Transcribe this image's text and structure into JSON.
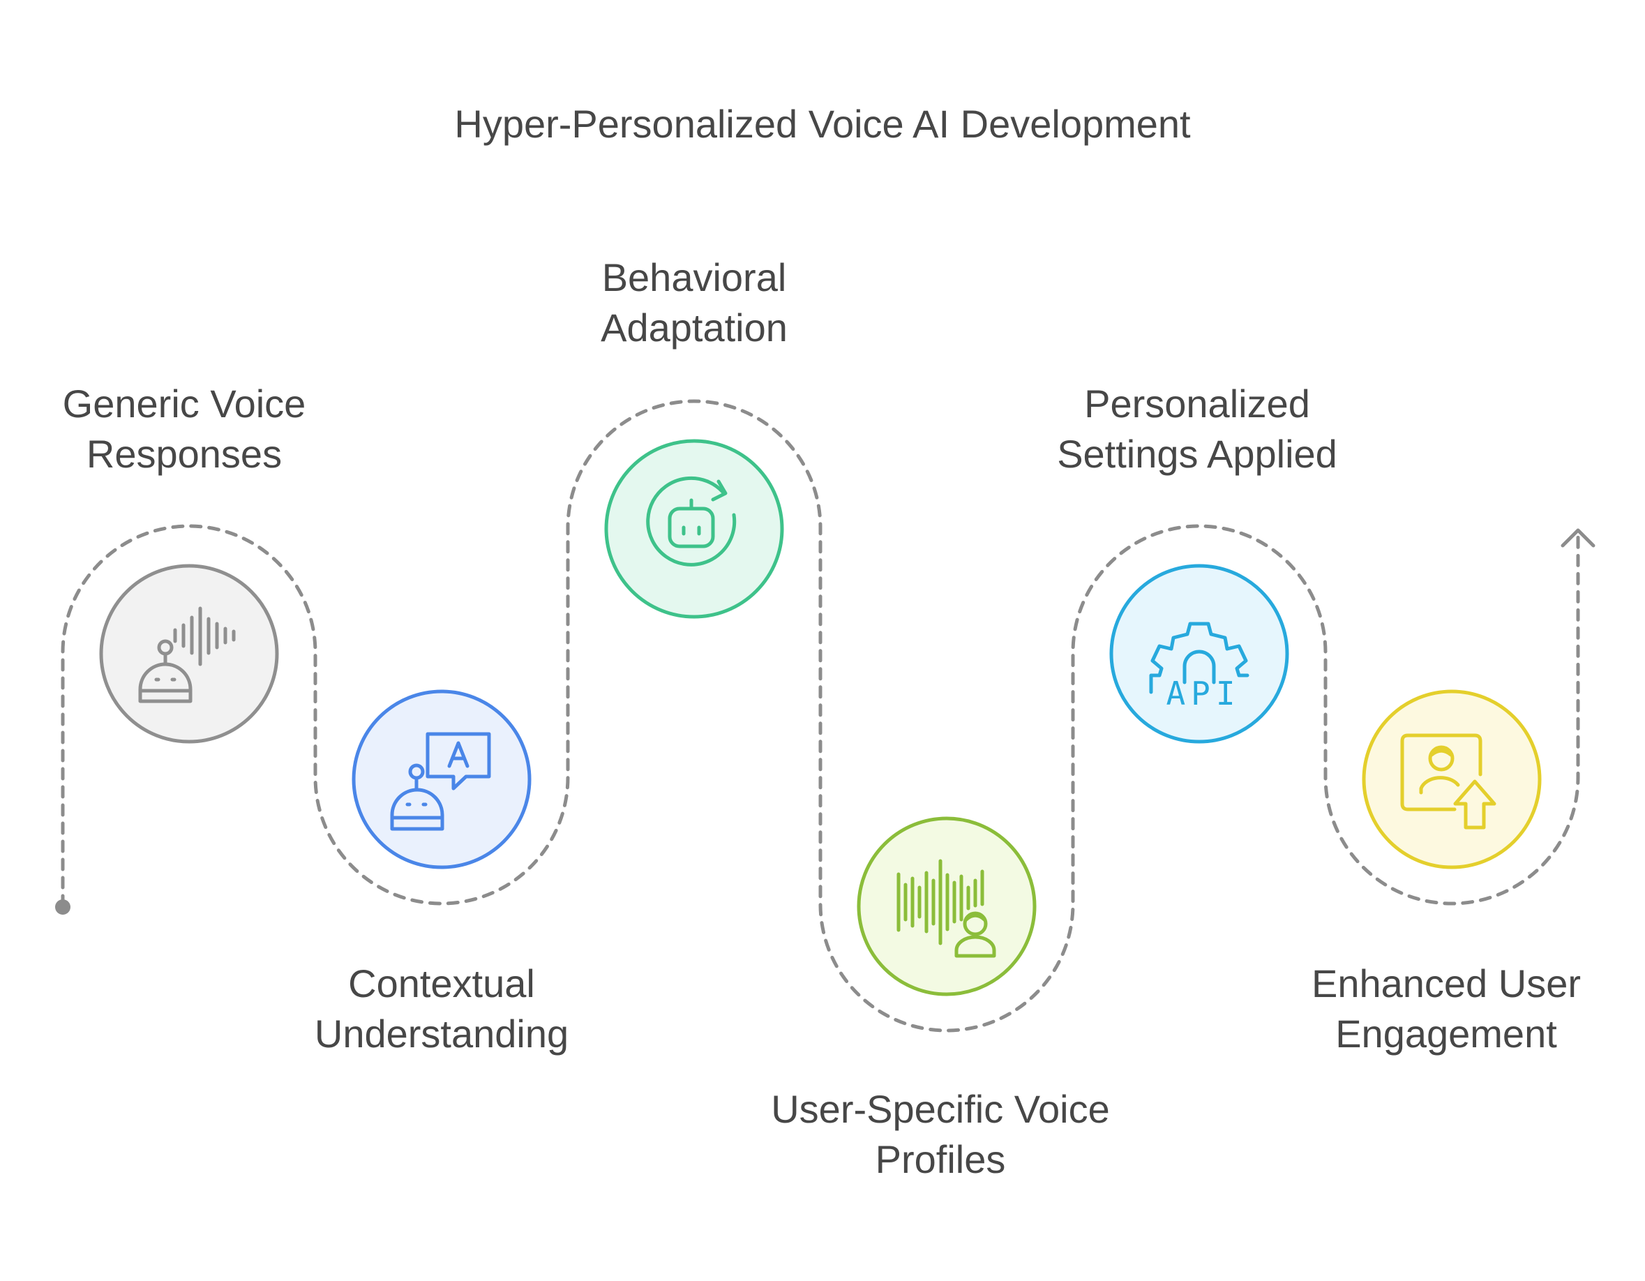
{
  "title": "Hyper-Personalized Voice AI Development",
  "steps": [
    {
      "line1": "Generic Voice",
      "line2": "Responses",
      "icon": "robot-voice-icon",
      "stroke": "#8f8f8f",
      "fill": "#f2f2f2"
    },
    {
      "line1": "Contextual",
      "line2": "Understanding",
      "icon": "robot-chat-translate-icon",
      "stroke": "#4a86e8",
      "fill": "#eaf1fd"
    },
    {
      "line1": "Behavioral",
      "line2": "Adaptation",
      "icon": "robot-refresh-icon",
      "stroke": "#3ec28a",
      "fill": "#e4f8ef"
    },
    {
      "line1": "User-Specific Voice",
      "line2": "Profiles",
      "icon": "voice-user-icon",
      "stroke": "#8bbd3a",
      "fill": "#f3fae3"
    },
    {
      "line1": "Personalized",
      "line2": "Settings Applied",
      "icon": "gear-api-icon",
      "stroke": "#27a9dd",
      "fill": "#e6f6fd"
    },
    {
      "line1": "Enhanced User",
      "line2": "Engagement",
      "icon": "user-upgrade-icon",
      "stroke": "#e4cf2c",
      "fill": "#fdf9e0"
    }
  ],
  "icon_text": {
    "api": "API",
    "translate_letter": "A"
  },
  "colors": {
    "path": "#8c8c8c",
    "text": "#474747"
  }
}
